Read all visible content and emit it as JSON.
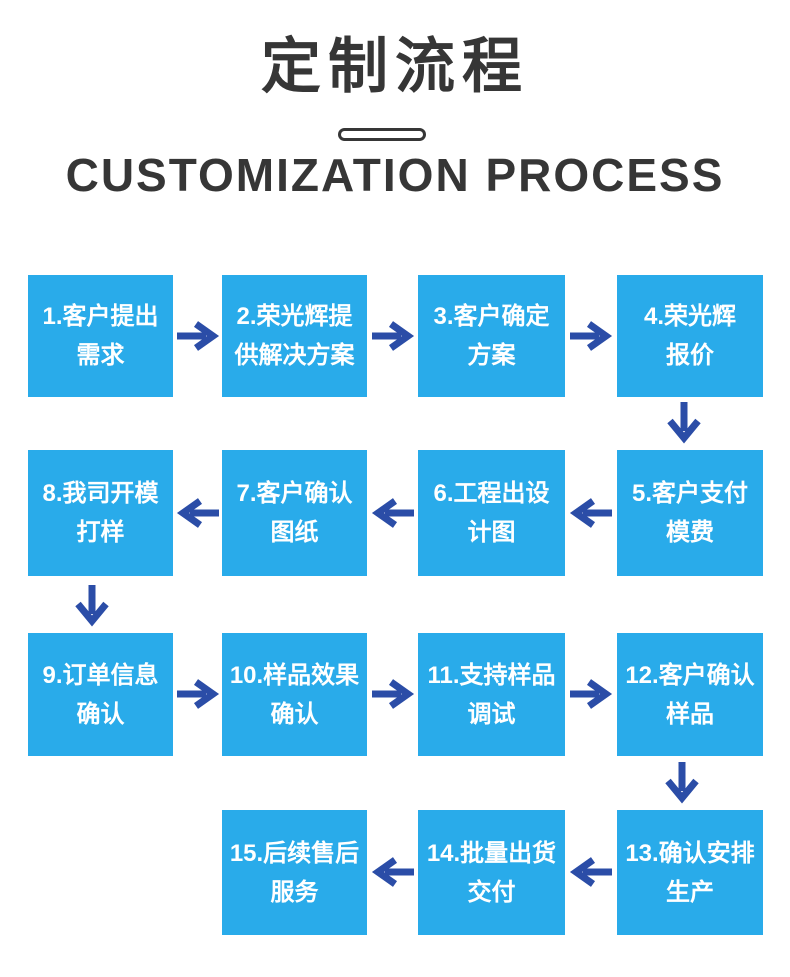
{
  "header": {
    "title": "定制流程",
    "subtitle": "CUSTOMIZATION PROCESS"
  },
  "colors": {
    "box_fill": "#29abea",
    "box_text": "#ffffff",
    "arrow": "#2b4da7",
    "heading_text": "#363636"
  },
  "flow": {
    "steps": [
      {
        "line1": "1.客户提出",
        "line2": "需求"
      },
      {
        "line1": "2.荣光辉提",
        "line2": "供解决方案"
      },
      {
        "line1": "3.客户确定",
        "line2": "方案"
      },
      {
        "line1": "4.荣光辉",
        "line2": "报价"
      },
      {
        "line1": "5.客户支付",
        "line2": "模费"
      },
      {
        "line1": "6.工程出设",
        "line2": "计图"
      },
      {
        "line1": "7.客户确认",
        "line2": "图纸"
      },
      {
        "line1": "8.我司开模",
        "line2": "打样"
      },
      {
        "line1": "9.订单信息",
        "line2": "确认"
      },
      {
        "line1": "10.样品效果",
        "line2": "确认"
      },
      {
        "line1": "11.支持样品",
        "line2": "调试"
      },
      {
        "line1": "12.客户确认",
        "line2": "样品"
      },
      {
        "line1": "13.确认安排",
        "line2": "生产"
      },
      {
        "line1": "14.批量出货",
        "line2": "交付"
      },
      {
        "line1": "15.后续售后",
        "line2": "服务"
      }
    ]
  }
}
